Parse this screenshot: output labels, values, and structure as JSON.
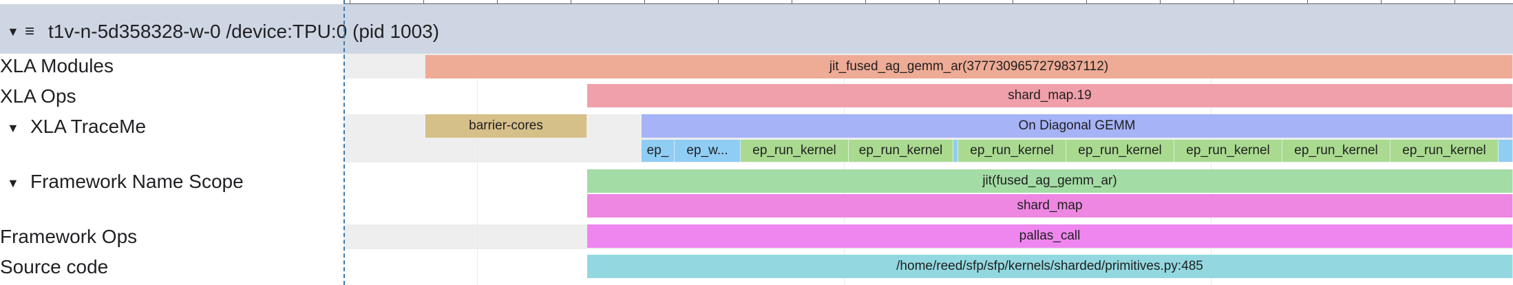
{
  "process": {
    "title": "t1v-n-5d358328-w-0 /device:TPU:0 (pid 1003)",
    "expand_icon": "chevron-down-icon",
    "menu_icon": "hamburger-menu-icon"
  },
  "rows": {
    "xla_modules": "XLA Modules",
    "xla_ops": "XLA Ops",
    "xla_traceme": "XLA TraceMe",
    "framework_name_scope": "Framework Name Scope",
    "framework_ops": "Framework Ops",
    "source_code": "Source code"
  },
  "slices": {
    "module": "jit_fused_ag_gemm_ar(3777309657279837112)",
    "op": "shard_map.19",
    "barrier": "barrier-cores",
    "diag_gemm": "On Diagonal GEMM",
    "ep_short": "ep_",
    "ep_w": "ep_w...",
    "ep_run": [
      "ep_run_kernel",
      "ep_run_kernel",
      "ep_run_kernel",
      "ep_run_kernel",
      "ep_run_kernel",
      "ep_run_kernel",
      "ep_run_kernel"
    ],
    "jit_scope": "jit(fused_ag_gemm_ar)",
    "shard_map": "shard_map",
    "pallas": "pallas_call",
    "source": "/home/reed/sfp/sfp/kernels/sharded/primitives.py:485"
  },
  "colors": {
    "header_bg": "#cfd6e3",
    "module": "#eeab95",
    "op": "#f0a0aa",
    "barrier": "#d6c08a",
    "diag_gemm": "#a6b3f6",
    "ep_blue": "#8fcdf5",
    "ep_green": "#a9da90",
    "jit_scope": "#a3dca4",
    "shard_map": "#ee87e1",
    "pallas": "#ef86ef",
    "source": "#93d8e0",
    "row_shade": "#eeeeee"
  }
}
